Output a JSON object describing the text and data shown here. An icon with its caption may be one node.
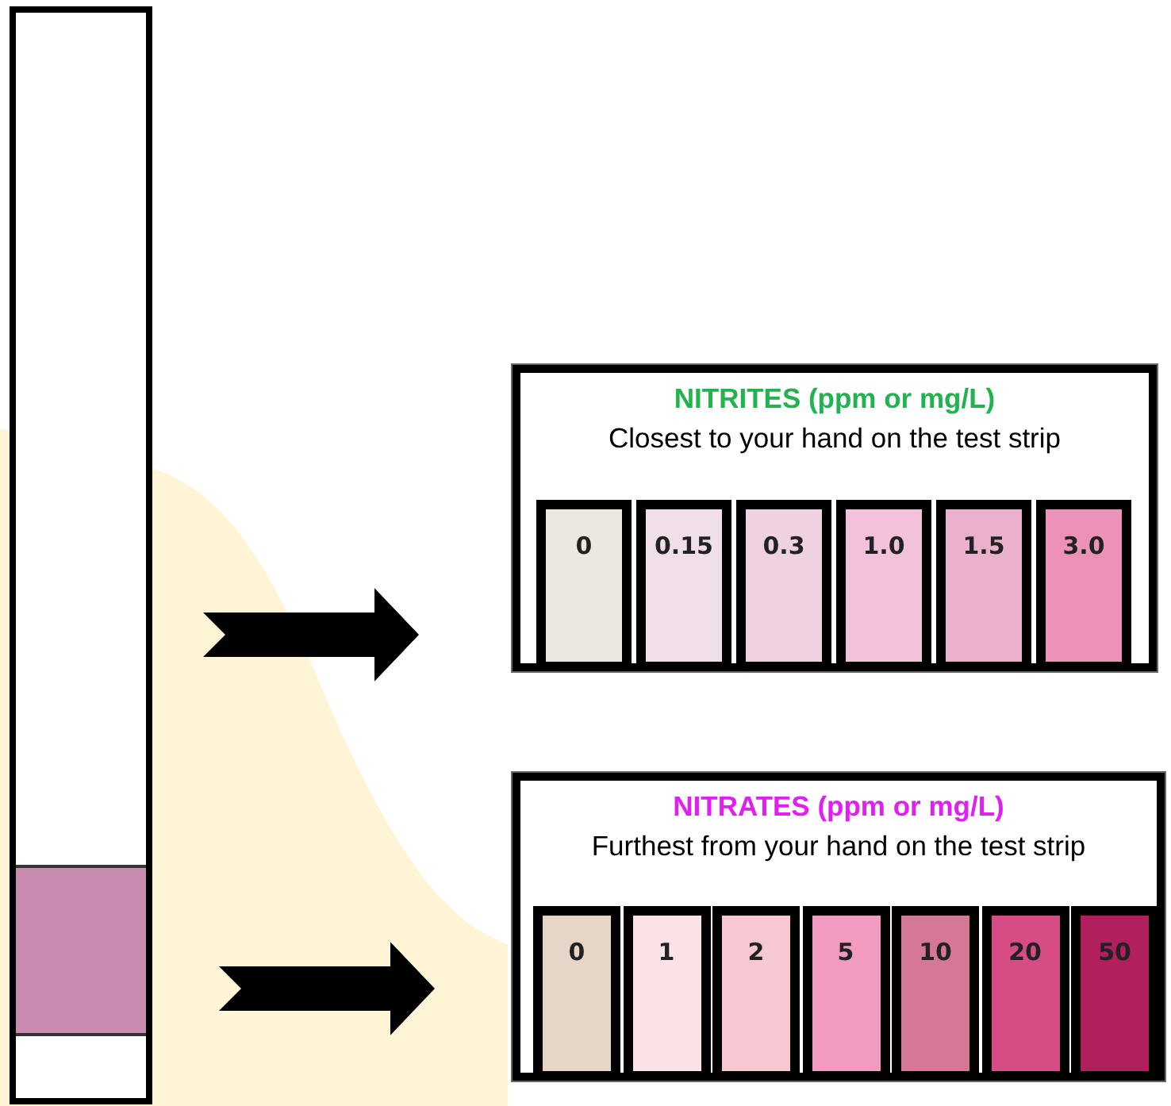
{
  "diagram": {
    "nodes": [
      {
        "text": [],
        "shape": "bar"
      },
      {
        "text": [],
        "shape": "box",
        "in": 0
      },
      {
        "text": [
          "NITRITES (ppm or mg/L)",
          "Closest to your hand on the test strip"
        ]
      },
      {
        "text": [
          "0"
        ],
        "in": 2
      },
      {
        "text": [
          "0.15"
        ],
        "in": 2
      },
      {
        "text": [
          "0.3"
        ],
        "in": 2
      },
      {
        "text": [
          "1.0"
        ],
        "in": 2
      },
      {
        "text": [
          "1.5"
        ],
        "in": 2
      },
      {
        "text": [
          "3.0"
        ],
        "in": 2
      },
      {
        "text": [
          "NITRATES (ppm or mg/L)",
          "Furthest from your hand on the test strip"
        ]
      },
      {
        "text": [
          "0"
        ],
        "in": 9
      },
      {
        "text": [
          "1"
        ],
        "in": 9
      },
      {
        "text": [
          "2"
        ],
        "in": 9
      },
      {
        "text": [
          "5"
        ],
        "in": 9
      },
      {
        "text": [
          "10"
        ],
        "in": 9
      },
      {
        "text": [
          "20"
        ],
        "in": 9
      },
      {
        "text": [
          "50"
        ],
        "in": 9
      }
    ],
    "edges": [
      {
        "from": 0,
        "to": 2,
        "arrow": "to",
        "style": "thick"
      },
      {
        "from": 1,
        "to": 9,
        "arrow": "to",
        "style": "thick"
      }
    ]
  }
}
